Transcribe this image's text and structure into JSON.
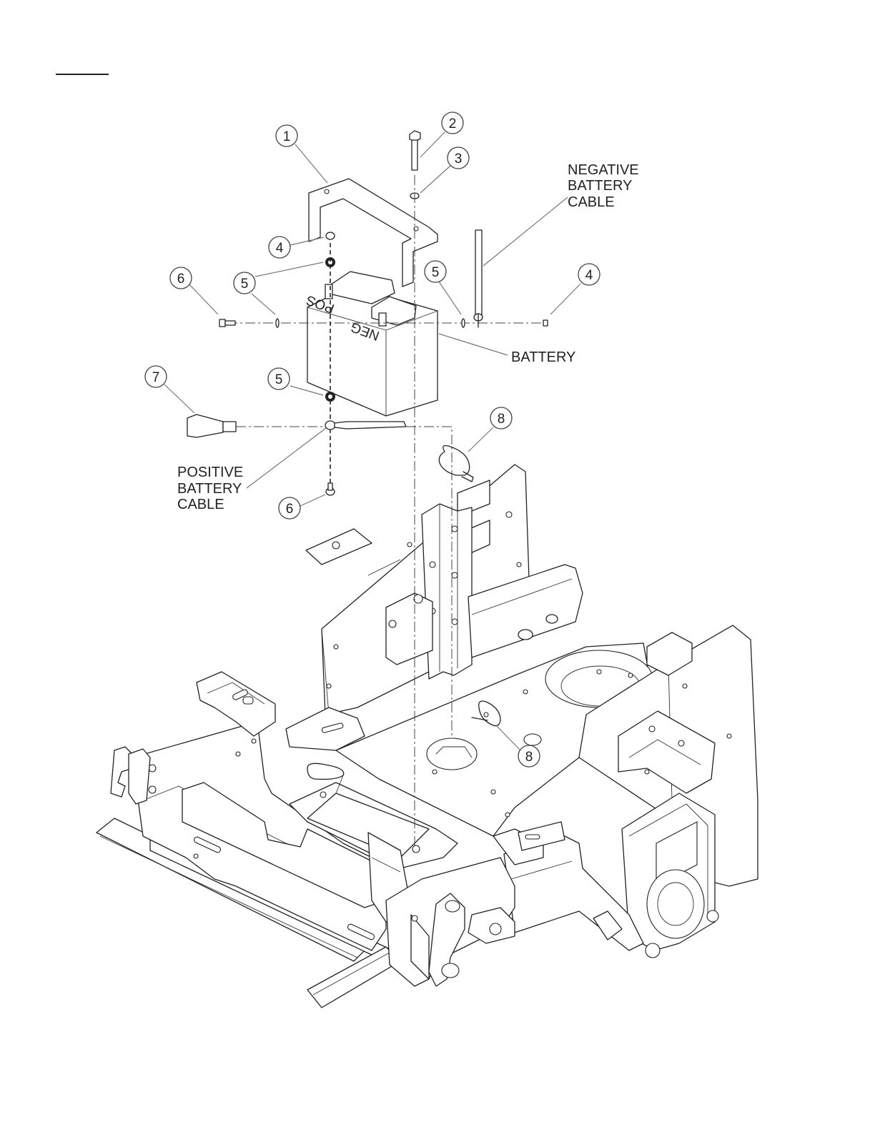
{
  "callouts": [
    {
      "num": "1"
    },
    {
      "num": "2"
    },
    {
      "num": "3"
    },
    {
      "num": "4"
    },
    {
      "num": "4"
    },
    {
      "num": "5"
    },
    {
      "num": "5"
    },
    {
      "num": "5"
    },
    {
      "num": "6"
    },
    {
      "num": "6"
    },
    {
      "num": "7"
    },
    {
      "num": "8"
    },
    {
      "num": "8"
    }
  ],
  "labels": {
    "negative_cable": [
      "NEGATIVE",
      "BATTERY",
      "CABLE"
    ],
    "battery": "BATTERY",
    "positive_cable": [
      "POSITIVE",
      "BATTERY",
      "CABLE"
    ],
    "battery_pos_mark": "POS",
    "battery_neg_mark": "NEG"
  }
}
